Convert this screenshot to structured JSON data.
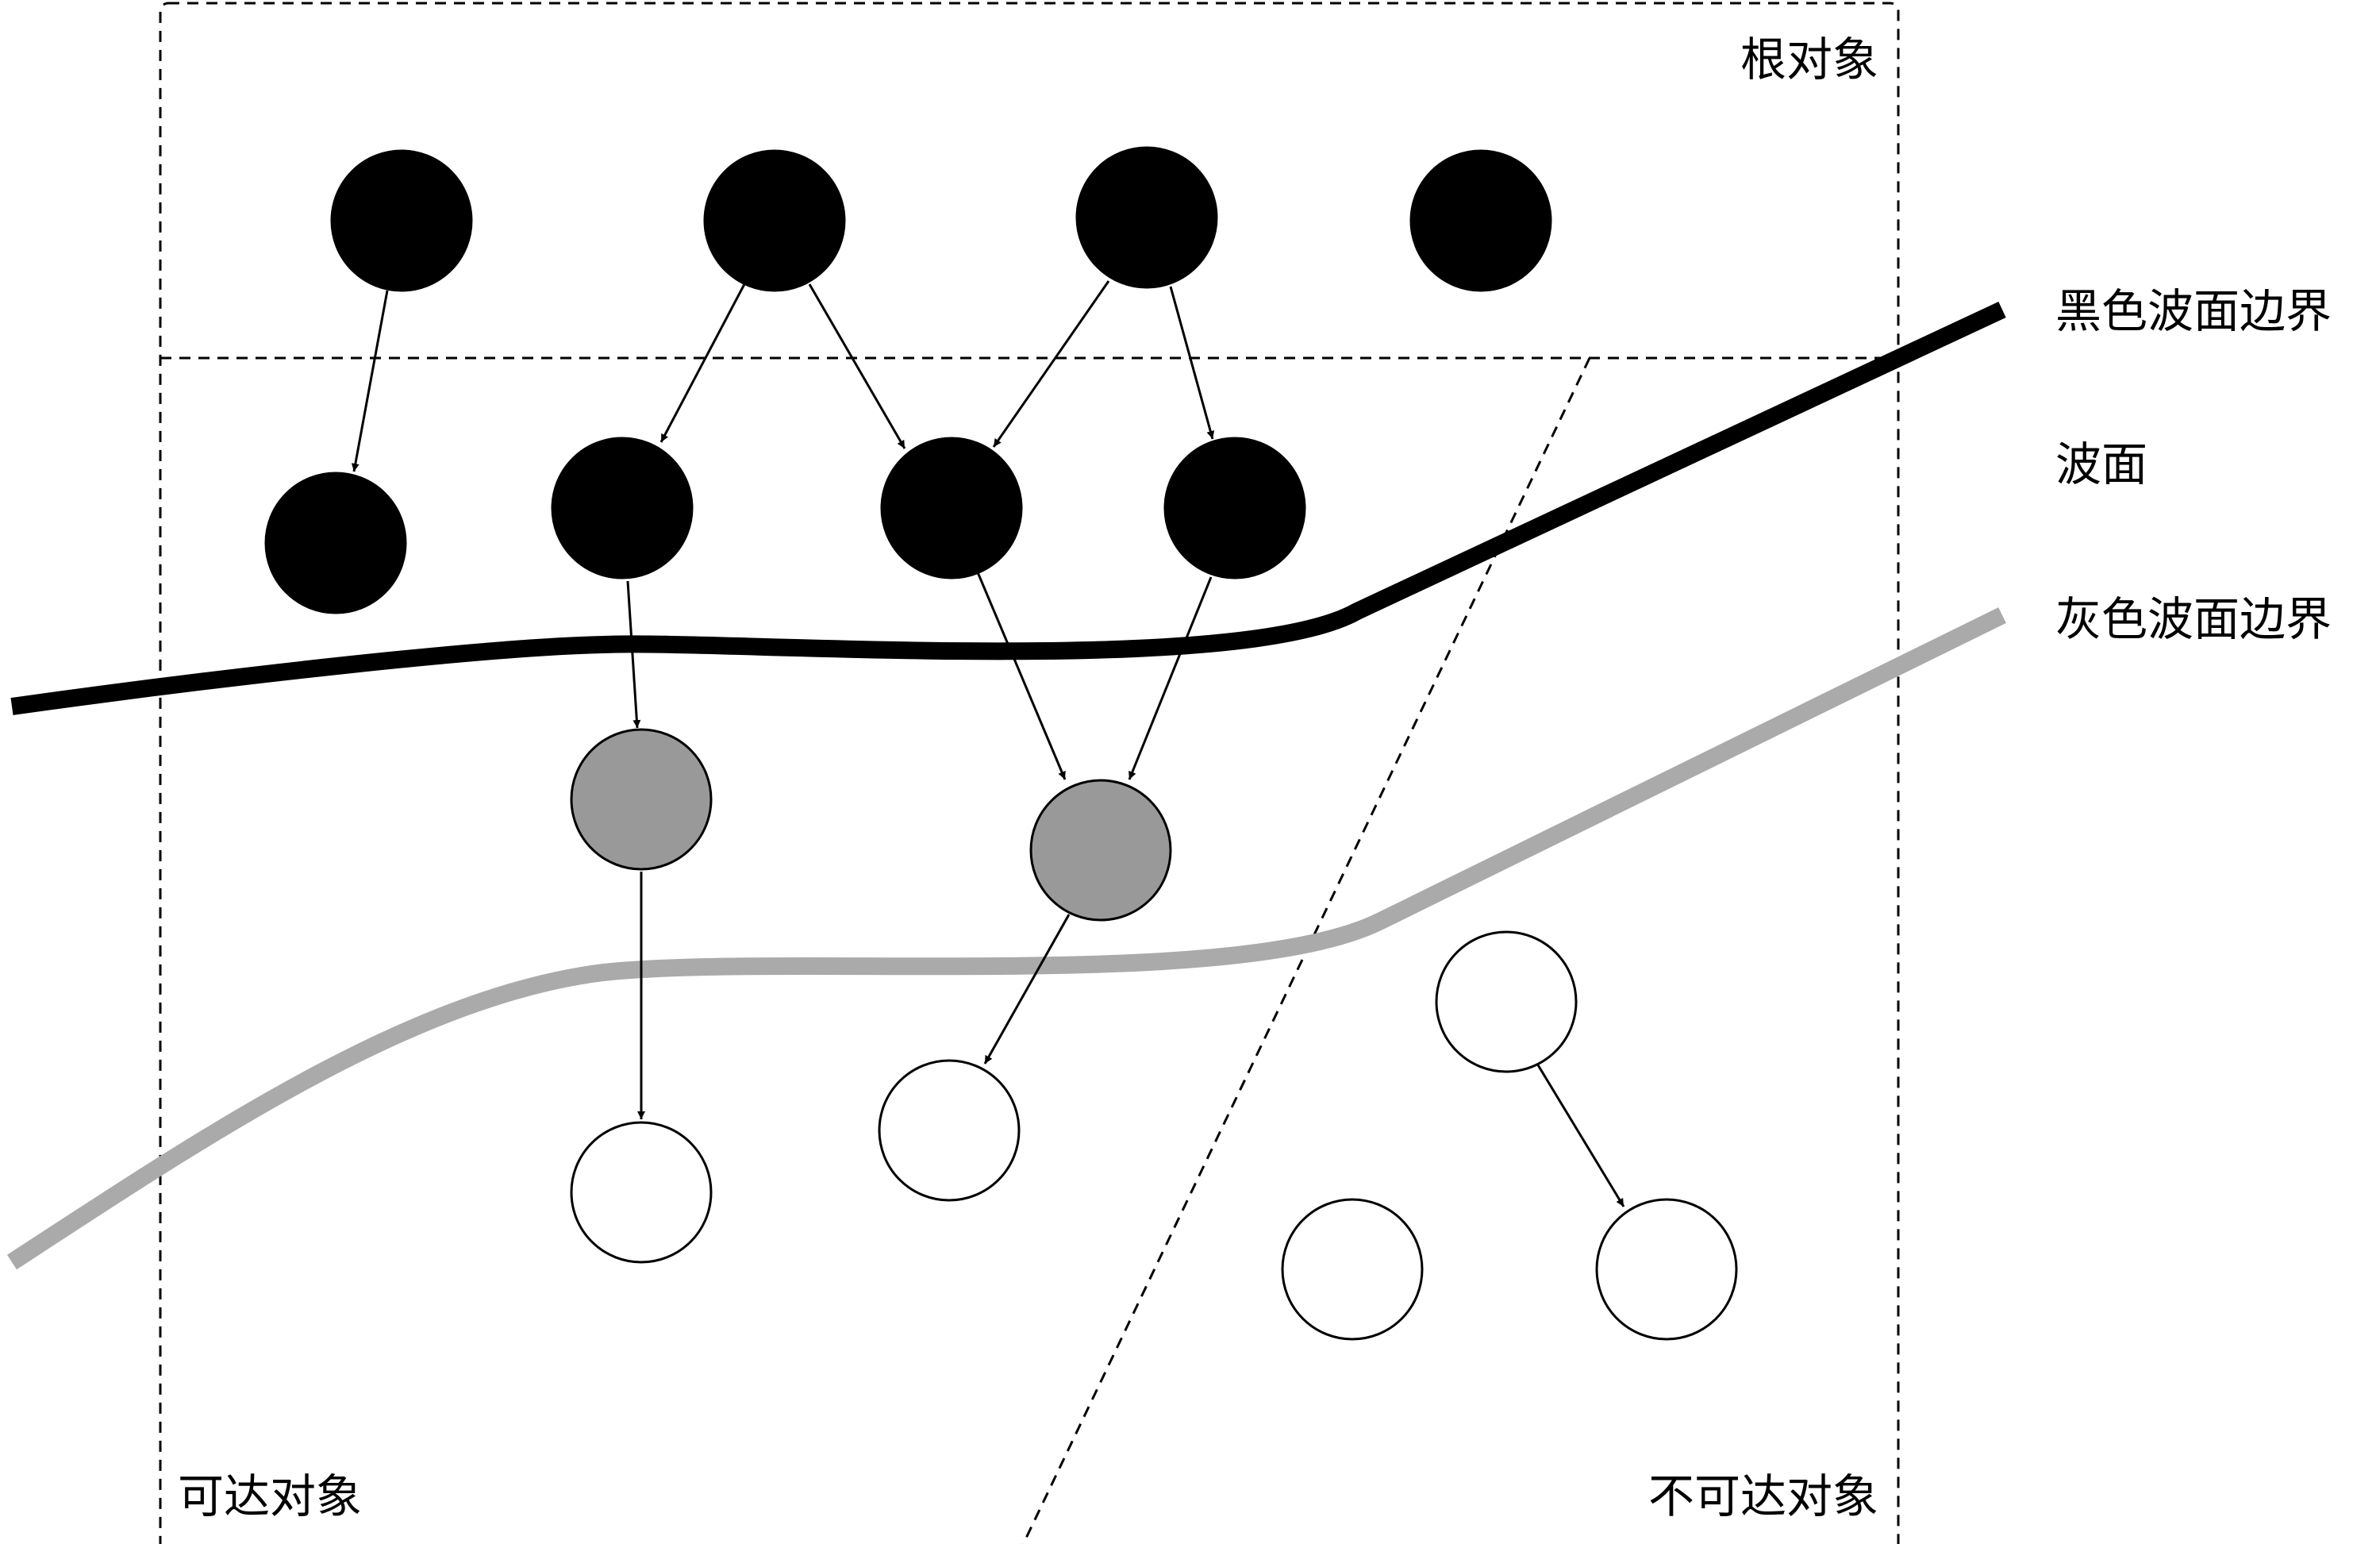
{
  "labels": {
    "root_objects": "根对象",
    "reachable_objects": "可达对象",
    "unreachable_objects": "不可达对象",
    "black_wavefront": "黑色波面边界",
    "wavefront": "波面",
    "gray_wavefront": "灰色波面边界"
  },
  "colors": {
    "black_node": "#000000",
    "gray_node": "#999999",
    "white_node": "#ffffff",
    "black_wave_line": "#000000",
    "gray_wave_line": "#aaaaaa",
    "stroke": "#000000"
  },
  "nodes": [
    {
      "id": "root-1",
      "color": "black"
    },
    {
      "id": "root-2",
      "color": "black"
    },
    {
      "id": "root-3",
      "color": "black"
    },
    {
      "id": "root-4",
      "color": "black"
    },
    {
      "id": "mid-1",
      "color": "black"
    },
    {
      "id": "mid-2",
      "color": "black"
    },
    {
      "id": "mid-3",
      "color": "black"
    },
    {
      "id": "mid-4",
      "color": "black"
    },
    {
      "id": "gray-1",
      "color": "gray"
    },
    {
      "id": "gray-2",
      "color": "gray"
    },
    {
      "id": "white-1",
      "color": "white"
    },
    {
      "id": "white-2",
      "color": "white"
    },
    {
      "id": "white-3",
      "color": "white"
    },
    {
      "id": "white-4",
      "color": "white"
    },
    {
      "id": "white-5",
      "color": "white"
    }
  ],
  "edges": [
    {
      "from": "root-1",
      "to": "mid-1"
    },
    {
      "from": "root-2",
      "to": "mid-2"
    },
    {
      "from": "root-2",
      "to": "mid-3"
    },
    {
      "from": "root-3",
      "to": "mid-3"
    },
    {
      "from": "root-3",
      "to": "mid-4"
    },
    {
      "from": "mid-2",
      "to": "gray-1"
    },
    {
      "from": "mid-3",
      "to": "gray-2"
    },
    {
      "from": "mid-4",
      "to": "gray-2"
    },
    {
      "from": "gray-1",
      "to": "white-1"
    },
    {
      "from": "gray-2",
      "to": "white-2"
    },
    {
      "from": "white-3",
      "to": "white-4"
    }
  ]
}
